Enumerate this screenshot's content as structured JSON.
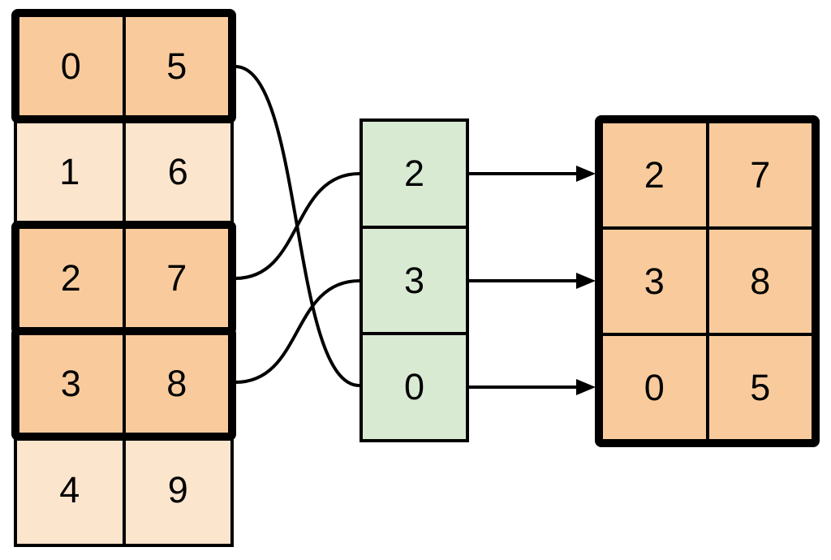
{
  "colors": {
    "highlight_fill": "#F9CB9C",
    "muted_fill": "#FCE5CD",
    "index_fill": "#D9EAD3",
    "line": "#000000",
    "background": "#FFFFFF"
  },
  "source_table": {
    "columns": 2,
    "rows": [
      {
        "cells": [
          "0",
          "5"
        ],
        "highlighted": true
      },
      {
        "cells": [
          "1",
          "6"
        ],
        "highlighted": false
      },
      {
        "cells": [
          "2",
          "7"
        ],
        "highlighted": true
      },
      {
        "cells": [
          "3",
          "8"
        ],
        "highlighted": true
      },
      {
        "cells": [
          "4",
          "9"
        ],
        "highlighted": false
      }
    ]
  },
  "index_column": {
    "cells": [
      "2",
      "3",
      "0"
    ]
  },
  "result_table": {
    "rows": [
      {
        "cells": [
          "2",
          "7"
        ]
      },
      {
        "cells": [
          "3",
          "8"
        ]
      },
      {
        "cells": [
          "0",
          "5"
        ]
      }
    ]
  },
  "connections": {
    "curves": [
      {
        "from_source_row": 0,
        "to_index_cell": 2
      },
      {
        "from_source_row": 2,
        "to_index_cell": 0
      },
      {
        "from_source_row": 3,
        "to_index_cell": 1
      }
    ],
    "arrows": [
      {
        "from_index_cell": 0,
        "to_result_row": 0
      },
      {
        "from_index_cell": 1,
        "to_result_row": 1
      },
      {
        "from_index_cell": 2,
        "to_result_row": 2
      }
    ]
  }
}
